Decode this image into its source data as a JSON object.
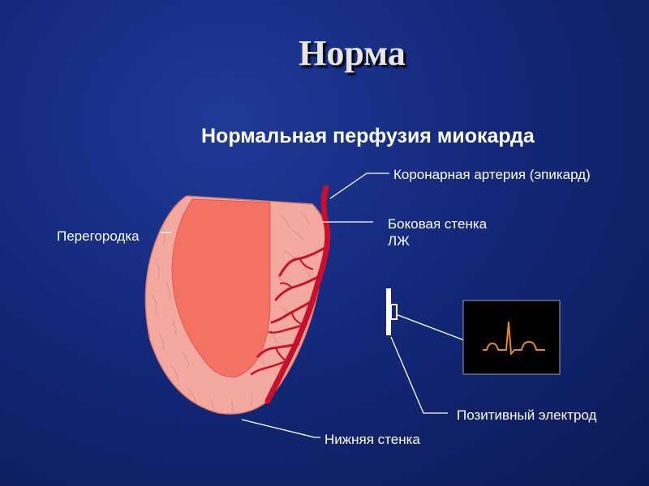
{
  "slide": {
    "title": "Норма",
    "subtitle": "Нормальная перфузия миокарда"
  },
  "labels": {
    "coronary_artery": "Коронарная артерия (эпикард)",
    "lateral_wall_line1": "Боковая стенка",
    "lateral_wall_line2": "ЛЖ",
    "septum": "Перегородка",
    "inferior_wall": "Нижняя стенка",
    "positive_electrode": "Позитивный электрод"
  },
  "colors": {
    "myocardium": "#f3a8a0",
    "cavity": "#f47264",
    "artery": "#c8102e",
    "ecg_trace": "#e8892a",
    "ecg_bg": "#000000"
  }
}
